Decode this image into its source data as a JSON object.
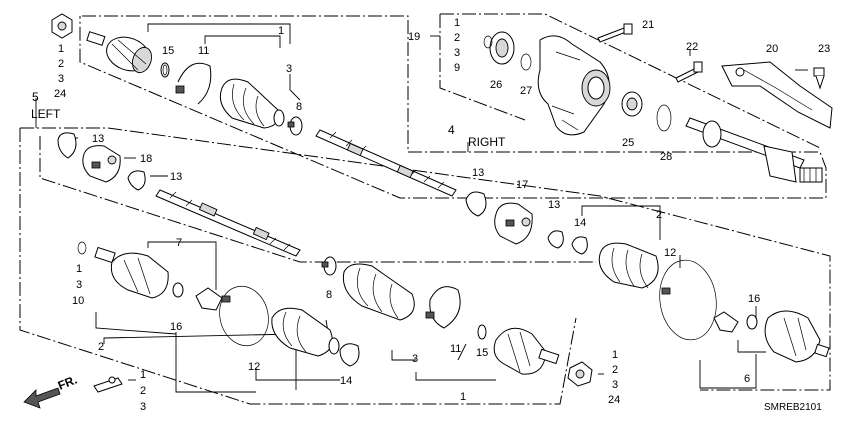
{
  "headings": {
    "left": "LEFT",
    "right": "RIGHT",
    "assembly_left_ref": "5",
    "assembly_right_ref": "4",
    "direction": "FR."
  },
  "diagram_code": "SMREB2101",
  "callouts": [
    {
      "id": "c1",
      "text": "1"
    },
    {
      "id": "c2",
      "text": "2"
    },
    {
      "id": "c3",
      "text": "3"
    },
    {
      "id": "c24",
      "text": "24"
    },
    {
      "id": "c15a",
      "text": "15"
    },
    {
      "id": "c11a",
      "text": "11"
    },
    {
      "id": "c1b",
      "text": "1"
    },
    {
      "id": "c3b",
      "text": "3"
    },
    {
      "id": "c8a",
      "text": "8"
    },
    {
      "id": "c19",
      "text": "19"
    },
    {
      "id": "c1c",
      "text": "1"
    },
    {
      "id": "c2c",
      "text": "2"
    },
    {
      "id": "c3c",
      "text": "3"
    },
    {
      "id": "c9",
      "text": "9"
    },
    {
      "id": "c26",
      "text": "26"
    },
    {
      "id": "c27",
      "text": "27"
    },
    {
      "id": "c21",
      "text": "21"
    },
    {
      "id": "c22",
      "text": "22"
    },
    {
      "id": "c20",
      "text": "20"
    },
    {
      "id": "c23",
      "text": "23"
    },
    {
      "id": "c25",
      "text": "25"
    },
    {
      "id": "c28",
      "text": "28"
    },
    {
      "id": "c13a",
      "text": "13"
    },
    {
      "id": "c18",
      "text": "18"
    },
    {
      "id": "c13b",
      "text": "13"
    },
    {
      "id": "c13c",
      "text": "13"
    },
    {
      "id": "c17",
      "text": "17"
    },
    {
      "id": "c13d",
      "text": "13"
    },
    {
      "id": "c14a",
      "text": "14"
    },
    {
      "id": "c2d",
      "text": "2"
    },
    {
      "id": "c12a",
      "text": "12"
    },
    {
      "id": "c16a",
      "text": "16"
    },
    {
      "id": "c6",
      "text": "6"
    },
    {
      "id": "c7",
      "text": "7"
    },
    {
      "id": "c1e",
      "text": "1"
    },
    {
      "id": "c3e",
      "text": "3"
    },
    {
      "id": "c10",
      "text": "10"
    },
    {
      "id": "c16b",
      "text": "16"
    },
    {
      "id": "c2e",
      "text": "2"
    },
    {
      "id": "c12b",
      "text": "12"
    },
    {
      "id": "c14b",
      "text": "14"
    },
    {
      "id": "c8b",
      "text": "8"
    },
    {
      "id": "c3f",
      "text": "3"
    },
    {
      "id": "c11b",
      "text": "11"
    },
    {
      "id": "c15b",
      "text": "15"
    },
    {
      "id": "c1f",
      "text": "1"
    },
    {
      "id": "c1g",
      "text": "1"
    },
    {
      "id": "c2g",
      "text": "2"
    },
    {
      "id": "c3g",
      "text": "3"
    },
    {
      "id": "c24g",
      "text": "24"
    },
    {
      "id": "c1h",
      "text": "1"
    },
    {
      "id": "c2h",
      "text": "2"
    },
    {
      "id": "c3h",
      "text": "3"
    }
  ]
}
